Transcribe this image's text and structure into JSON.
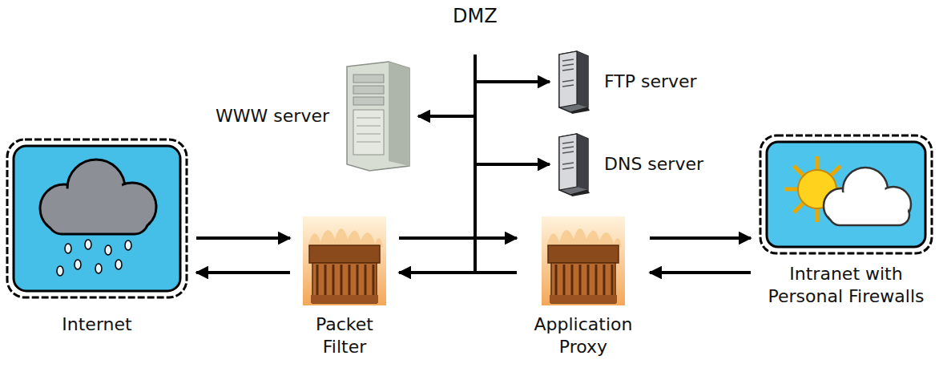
{
  "diagram": {
    "nodes": [
      {
        "text": [
          "Internet"
        ]
      },
      {
        "text": [
          "Packet Filter"
        ]
      },
      {
        "text": [
          "Application Proxy"
        ]
      },
      {
        "text": [
          "Intranet with Personal Firewalls"
        ]
      },
      {
        "text": [
          "WWW server"
        ]
      },
      {
        "text": [
          "FTP server"
        ]
      },
      {
        "text": [
          "DNS server"
        ]
      }
    ],
    "edges": [
      {
        "from": 0,
        "to": 1,
        "arrow": "to"
      },
      {
        "from": 1,
        "to": 0,
        "arrow": "to"
      },
      {
        "from": 1,
        "to": 2,
        "arrow": "to"
      },
      {
        "from": 2,
        "to": 1,
        "arrow": "to"
      },
      {
        "from": 2,
        "to": 3,
        "arrow": "to"
      },
      {
        "from": 3,
        "to": 2,
        "arrow": "to"
      },
      {
        "from": 1,
        "to": 4,
        "arrow": "to"
      },
      {
        "from": 1,
        "to": 5,
        "arrow": "to"
      },
      {
        "from": 1,
        "to": 6,
        "arrow": "to"
      }
    ],
    "labels": [
      "DMZ"
    ]
  }
}
